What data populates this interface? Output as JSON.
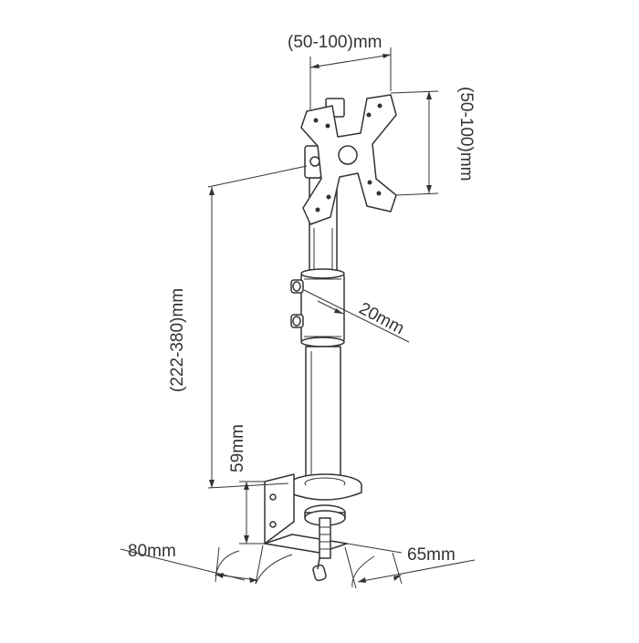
{
  "diagram": {
    "labels": {
      "vesa_width": "(50-100)mm",
      "vesa_height": "(50-100)mm",
      "height_range": "(222-380)mm",
      "pole_diameter": "20mm",
      "clamp_height": "59mm",
      "clamp_depth": "80mm",
      "clamp_width": "65mm"
    },
    "colors": {
      "line": "#333333",
      "background": "#ffffff"
    }
  }
}
